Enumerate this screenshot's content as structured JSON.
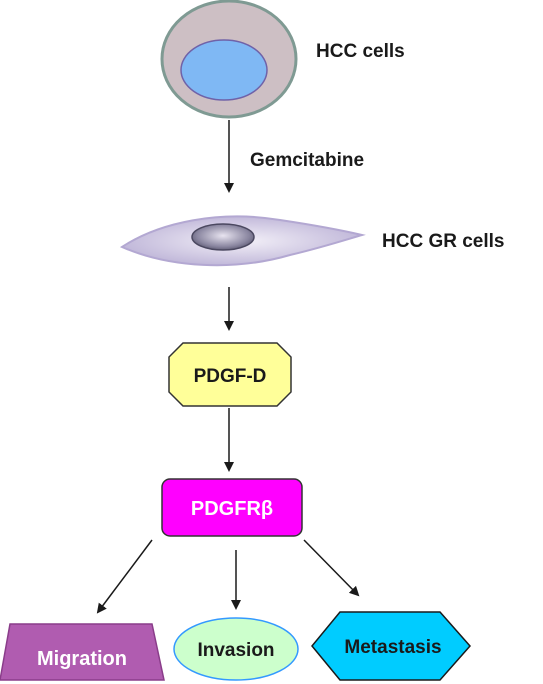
{
  "labels": {
    "hcc_cells": "HCC cells",
    "treatment": "Gemcitabine",
    "hcc_gr_cells": "HCC GR cells"
  },
  "nodes": {
    "pdgf_d": "PDGF-D",
    "pdgfr": "PDGFRβ",
    "migration": "Migration",
    "invasion": "Invasion",
    "metastasis": "Metastasis"
  },
  "colors": {
    "hcc_cell_body": "#cdbfc4",
    "hcc_cell_border": "#7f9a93",
    "hcc_nucleus": "#7fb8f4",
    "hcc_nucleus_border": "#6f62a8",
    "gr_cell_body": "#d6cfe6",
    "gr_nucleus": "#6d6a82",
    "pdgf_d_fill": "#ffff99",
    "pdgfr_fill": "#ff00ff",
    "migration_fill": "#b05cb0",
    "invasion_fill": "#ccffcc",
    "invasion_border": "#3399ff",
    "metastasis_fill": "#00ccff",
    "arrow": "#1a1a1a"
  }
}
